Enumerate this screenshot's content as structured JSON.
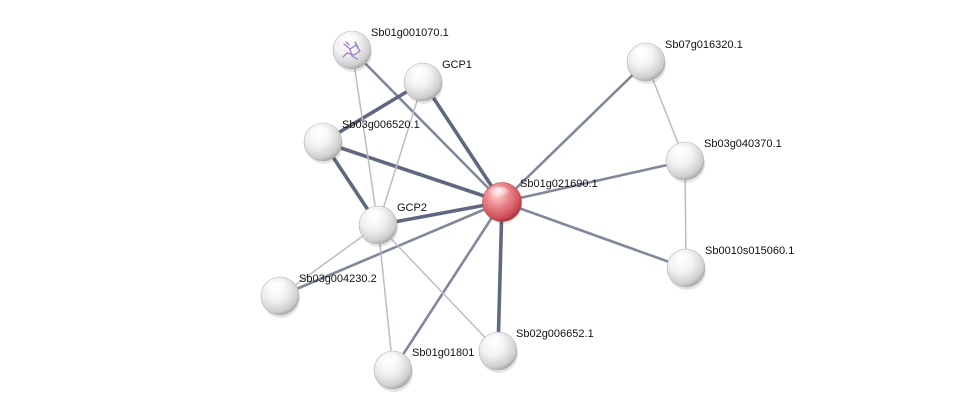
{
  "network": {
    "center_node": "Sb01g021690.1",
    "colors": {
      "center_node": "#e06d73",
      "node": "#e8e8e8",
      "edge_strong": "#5f6880",
      "edge_medium": "#80889c",
      "edge_weak": "#b9bdc6"
    },
    "nodes": [
      {
        "id": "Sb01g001070.1",
        "label": "Sb01g001070.1",
        "has_structure_icon": true
      },
      {
        "id": "GCP1",
        "label": "GCP1"
      },
      {
        "id": "Sb03g006520.1",
        "label": "Sb03g006520.1"
      },
      {
        "id": "Sb01g021690.1",
        "label": "Sb01g021690.1",
        "is_center": true
      },
      {
        "id": "GCP2",
        "label": "GCP2"
      },
      {
        "id": "Sb03g004230.2",
        "label": "Sb03g004230.2"
      },
      {
        "id": "Sb01g018010",
        "label": "Sb01g01801"
      },
      {
        "id": "Sb02g006652.1",
        "label": "Sb02g006652.1"
      },
      {
        "id": "Sb07g016320.1",
        "label": "Sb07g016320.1"
      },
      {
        "id": "Sb03g040370.1",
        "label": "Sb03g040370.1"
      },
      {
        "id": "Sb0010s015060.1",
        "label": "Sb0010s015060.1"
      }
    ],
    "edges": [
      {
        "source": "Sb01g021690.1",
        "target": "Sb01g001070.1",
        "strength": "medium"
      },
      {
        "source": "Sb01g021690.1",
        "target": "GCP1",
        "strength": "strong"
      },
      {
        "source": "Sb01g021690.1",
        "target": "Sb03g006520.1",
        "strength": "strong"
      },
      {
        "source": "Sb01g021690.1",
        "target": "GCP2",
        "strength": "strong"
      },
      {
        "source": "Sb01g021690.1",
        "target": "Sb03g004230.2",
        "strength": "medium"
      },
      {
        "source": "Sb01g021690.1",
        "target": "Sb01g018010",
        "strength": "medium"
      },
      {
        "source": "Sb01g021690.1",
        "target": "Sb02g006652.1",
        "strength": "strong"
      },
      {
        "source": "Sb01g021690.1",
        "target": "Sb07g016320.1",
        "strength": "medium"
      },
      {
        "source": "Sb01g021690.1",
        "target": "Sb03g040370.1",
        "strength": "medium"
      },
      {
        "source": "Sb01g021690.1",
        "target": "Sb0010s015060.1",
        "strength": "medium"
      },
      {
        "source": "GCP1",
        "target": "Sb03g006520.1",
        "strength": "strong"
      },
      {
        "source": "GCP1",
        "target": "GCP2",
        "strength": "weak"
      },
      {
        "source": "Sb03g006520.1",
        "target": "GCP2",
        "strength": "strong"
      },
      {
        "source": "Sb01g001070.1",
        "target": "GCP2",
        "strength": "weak"
      },
      {
        "source": "GCP2",
        "target": "Sb03g004230.2",
        "strength": "weak"
      },
      {
        "source": "GCP2",
        "target": "Sb01g018010",
        "strength": "weak"
      },
      {
        "source": "GCP2",
        "target": "Sb02g006652.1",
        "strength": "weak"
      },
      {
        "source": "Sb07g016320.1",
        "target": "Sb03g040370.1",
        "strength": "weak"
      },
      {
        "source": "Sb03g040370.1",
        "target": "Sb0010s015060.1",
        "strength": "weak"
      }
    ]
  }
}
